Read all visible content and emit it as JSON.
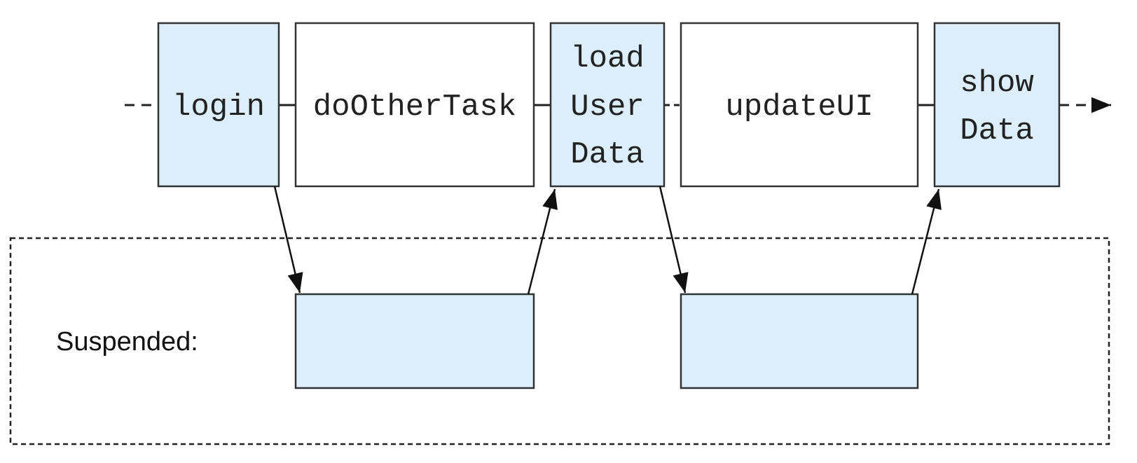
{
  "colors": {
    "suspended_fill": "#dbeefa",
    "plain_fill": "#ffffff",
    "stroke": "#333333"
  },
  "timeline": {
    "tasks": [
      {
        "id": "login",
        "lines": [
          "login"
        ],
        "suspends": true
      },
      {
        "id": "do-other-task",
        "lines": [
          "doOtherTask"
        ],
        "suspends": false
      },
      {
        "id": "load-user-data",
        "lines": [
          "load",
          "User",
          "Data"
        ],
        "suspends": true
      },
      {
        "id": "update-ui",
        "lines": [
          "updateUI"
        ],
        "suspends": false
      },
      {
        "id": "show-data",
        "lines": [
          "show",
          "Data"
        ],
        "suspends": true
      }
    ]
  },
  "suspended": {
    "label": "Suspended:"
  }
}
